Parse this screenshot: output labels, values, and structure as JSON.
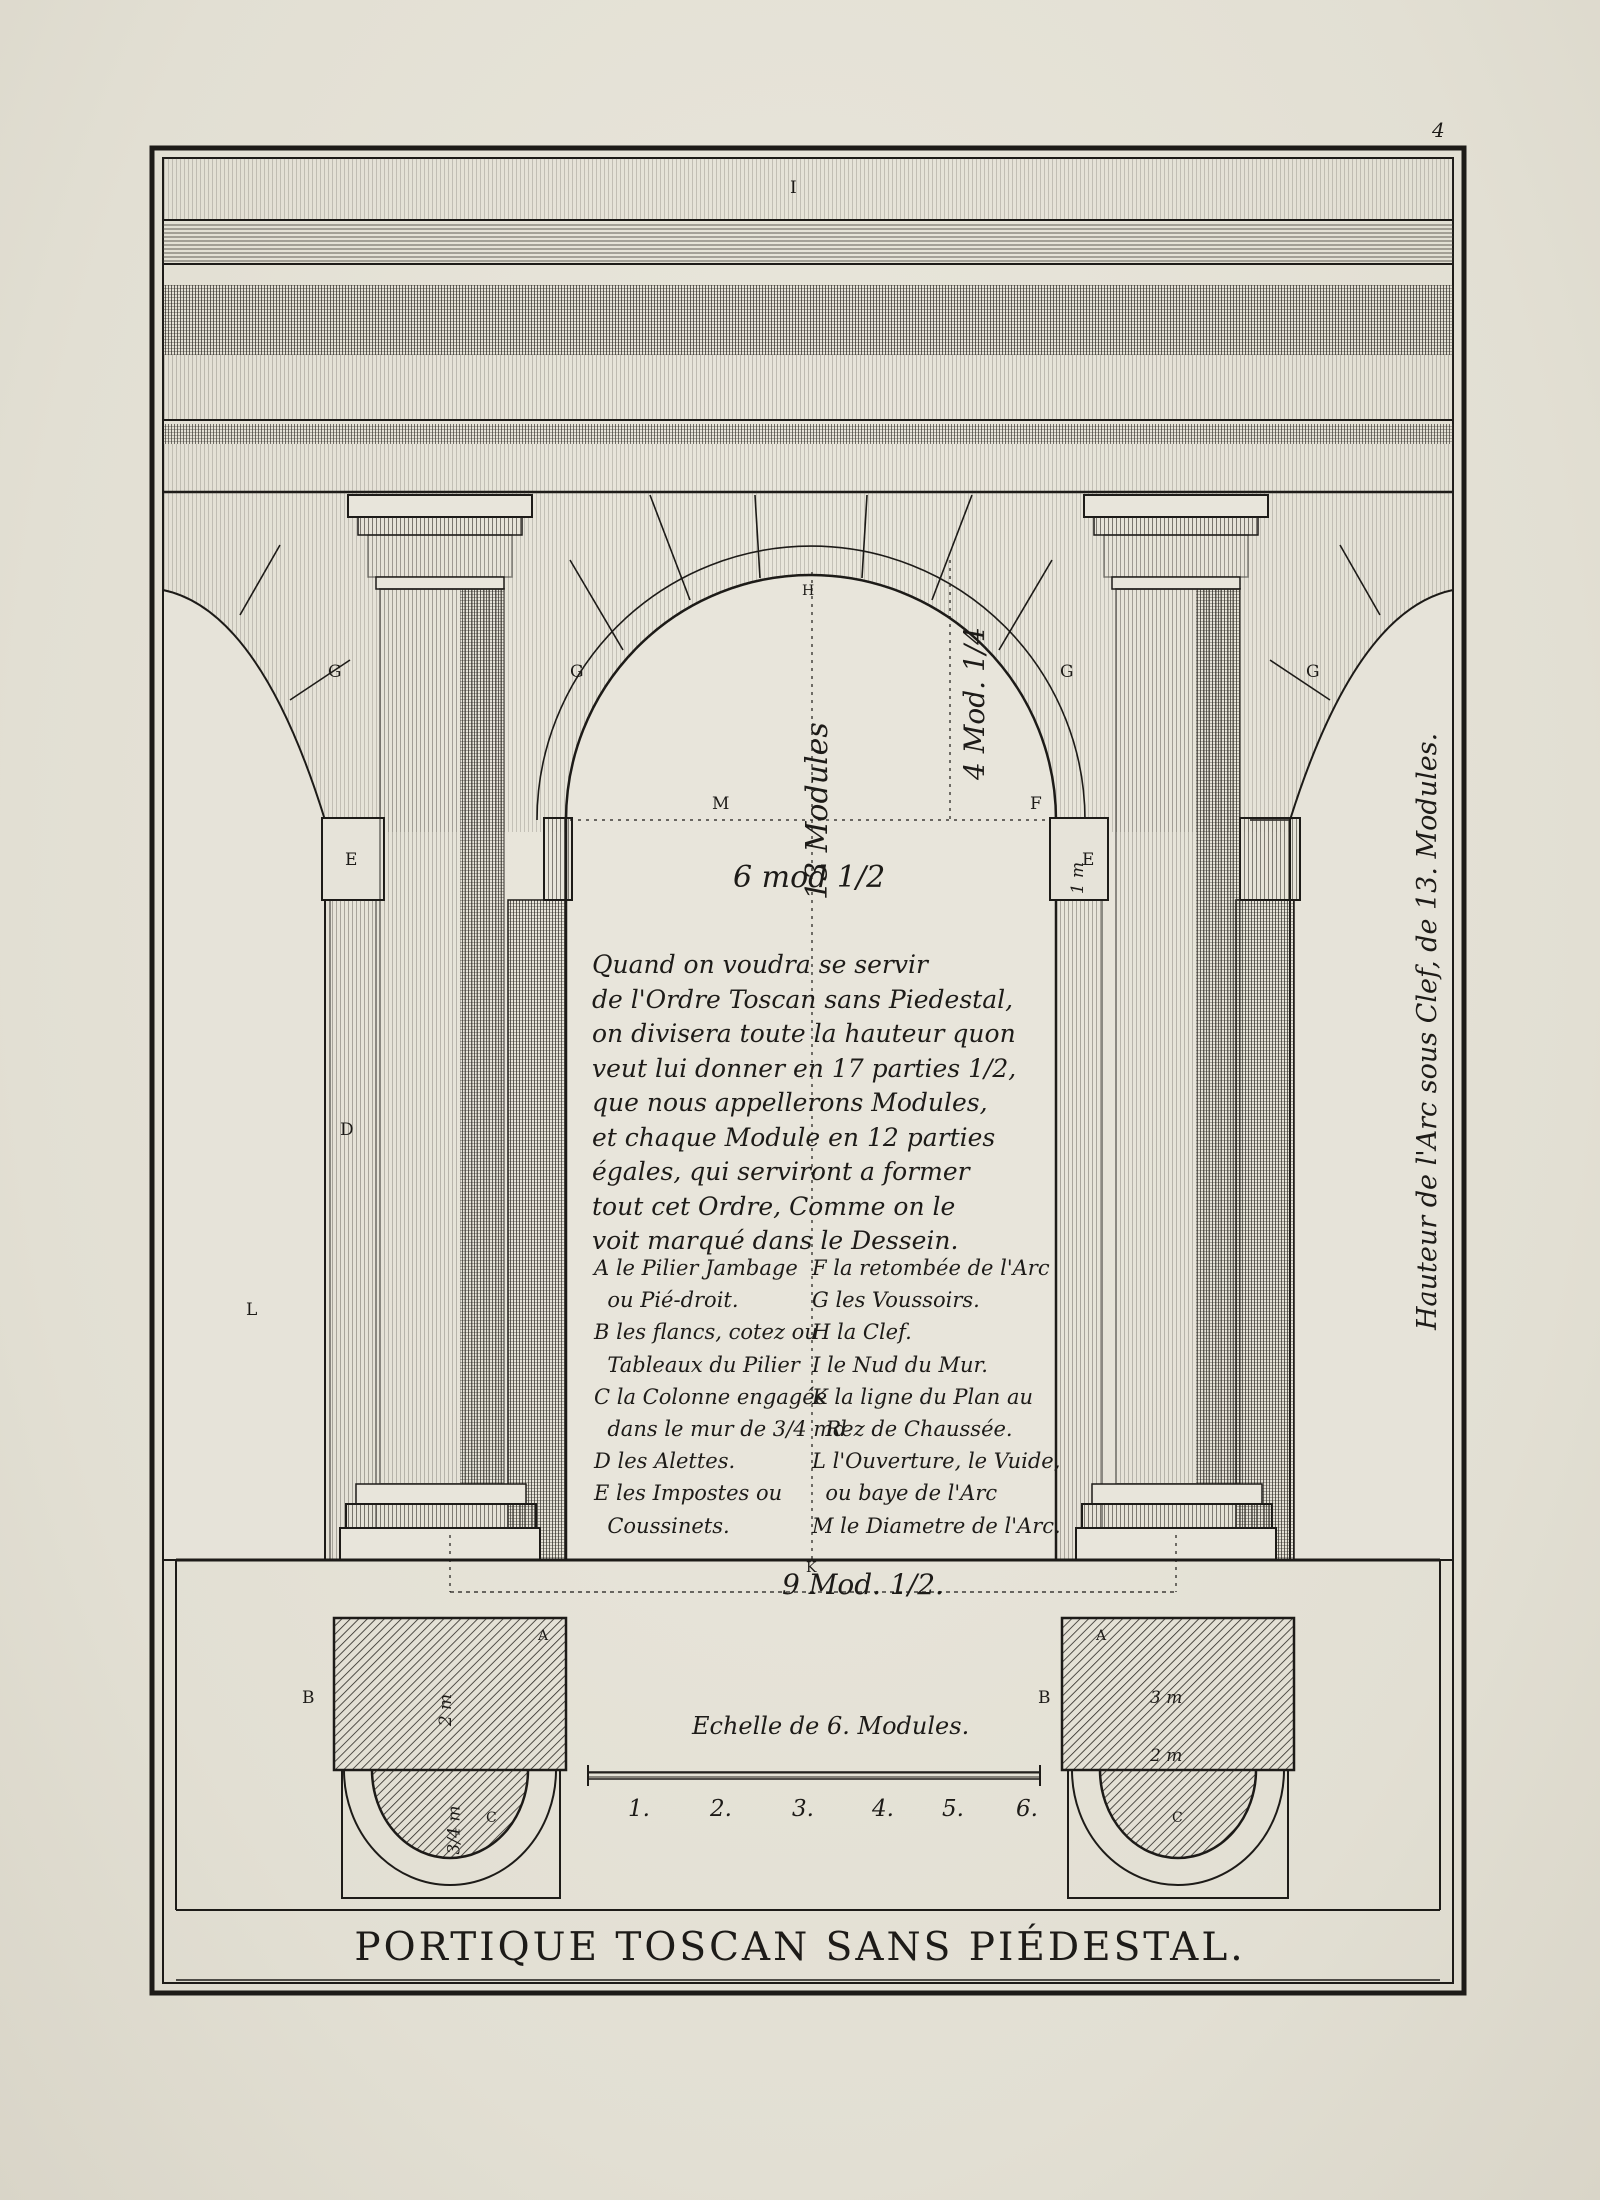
{
  "plate": {
    "page_number": "4",
    "title": "PORTIQUE TOSCAN SANS PIÉDESTAL.",
    "vertical_caption": "Hauteur de l'Arc sous Clef, de 13. Modules.",
    "dimensions": {
      "arch_height": "13 Modules",
      "arch_radius": "4 Mod. 1/4",
      "opening_width": "6 mod 1/2",
      "axis_span": "9 Mod. 1/2."
    },
    "paragraph": "Quand on voudra se servir\nde l'Ordre Toscan sans Piedestal,\non divisera toute la hauteur quon\nveut lui donner en 17 parties 1/2,\nque nous appellerons Modules,\net chaque Module en 12 parties\négales, qui serviront a former\ntout cet Ordre, Comme on le\nvoit marqué dans le Dessein.",
    "legend_left": "A le Pilier Jambage\n  ou Pié-droit.\nB les flancs, cotez ou\n  Tableaux du Pilier\nC la Colonne engagée\n  dans le mur de 3/4 md\nD les Alettes.\nE les Impostes ou\n  Coussinets.",
    "legend_right": "F la retombée de l'Arc\nG les Voussoirs.\nH la Clef.\nI le Nud du Mur.\nK la ligne du Plan au\n  Rez de Chaussée.\nL l'Ouverture, le Vuide,\n  ou baye de l'Arc\nM le Diametre de l'Arc.",
    "scale": {
      "label": "Echelle de 6. Modules.",
      "ticks": [
        "1.",
        "2.",
        "3.",
        "4.",
        "5.",
        "6."
      ]
    },
    "letters": {
      "I": "I",
      "H": "H",
      "G": "G",
      "E": "E",
      "M": "M",
      "F": "F",
      "D": "D",
      "L": "L",
      "K": "K",
      "A": "A",
      "B": "B",
      "C": "C",
      "m1": "1 m",
      "m2": "2 m",
      "m3": "3 m",
      "m4": "3/4 m"
    }
  }
}
